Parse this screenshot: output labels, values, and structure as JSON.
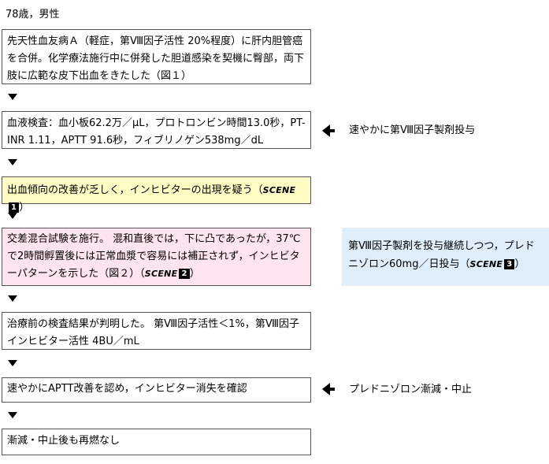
{
  "header": "78歳，男性",
  "boxes": [
    {
      "text": "先天性血友病Ａ（軽症，第Ⅷ因子活性 20%程度）に肝内胆管癌を合併。化学療法施行中に併発した胆道感染を契機に臀部，両下肢に広範な皮下出血をきたした（図１）"
    },
    {
      "text": "血液検査：血小板62.2万／μL，プロトロンビン時間13.0秒，PT-INR 1.11，APTT 91.6秒，フィブリノゲン538mg／dL"
    },
    {
      "text": "出血傾向の改善が乏しく，インヒビターの出現を疑う（",
      "badge": "SCENE",
      "badge_num": "1",
      "tail": "）"
    },
    {
      "text": "交差混合試験を施行。 混和直後では，下に凸であったが，37℃で2時間孵置後には正常血漿で容易には補正されず，インヒビターパターンを示した（図２）（",
      "badge": "SCENE",
      "badge_num": "2",
      "tail": "）"
    },
    {
      "text": "治療前の検査結果が判明した。 第Ⅷ因子活性＜1%，第Ⅷ因子インヒビター活性 4BU／mL"
    },
    {
      "text": "速やかにAPTT改善を認め，インヒビター消失を確認"
    },
    {
      "text": "漸減・中止後も再燃なし"
    }
  ],
  "side": [
    {
      "text": "速やかに第Ⅷ因子製剤投与"
    },
    {
      "text": "第Ⅷ因子製剤を投与継続しつつ，プレドニゾロン60mg／日投与（",
      "badge": "SCENE",
      "badge_num": "3",
      "tail": "）"
    },
    {
      "text": "プレドニゾロン漸減・中止"
    }
  ],
  "colors": {
    "yellow_box": "#fffcc6",
    "pink_box": "#fde4ee",
    "blue_box": "#deeefa",
    "border": "#555555"
  }
}
